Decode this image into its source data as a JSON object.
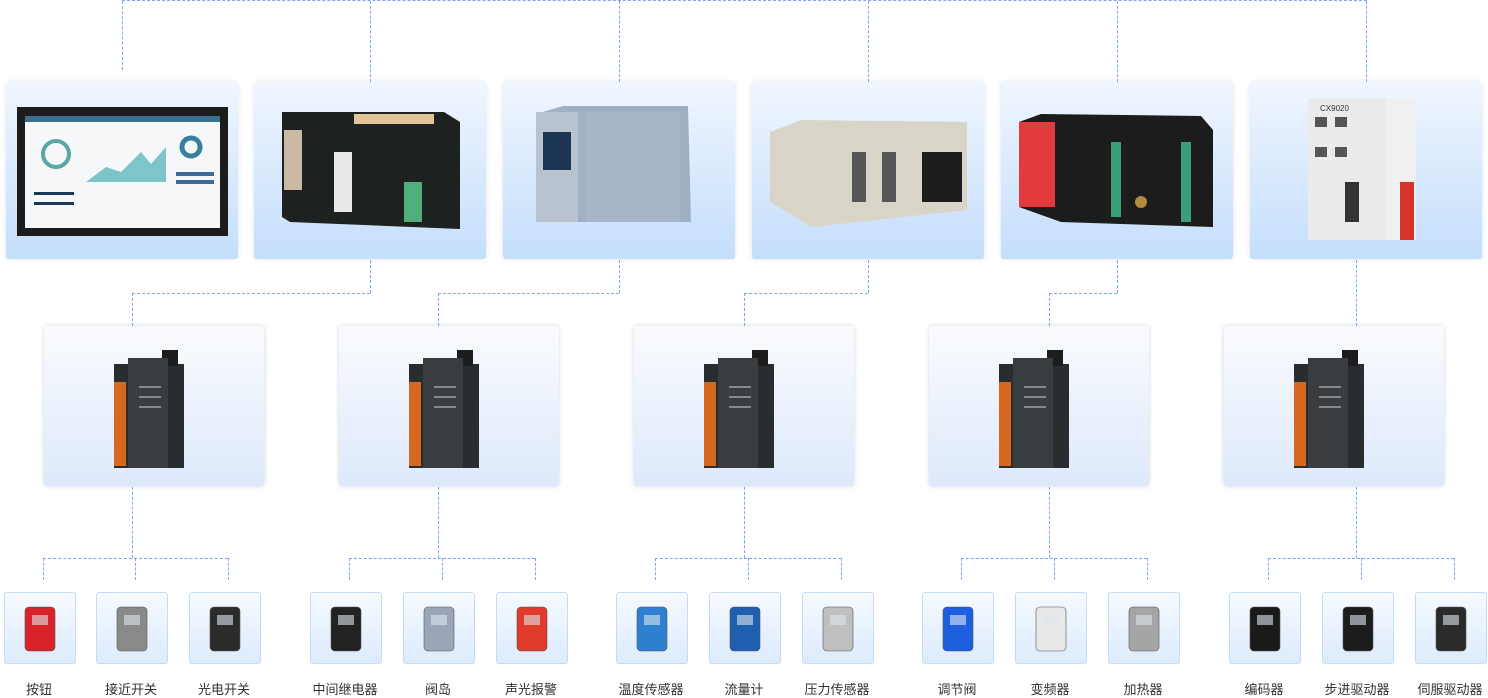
{
  "controllers": [
    {
      "name": "hmi-touch-panel",
      "type": "hmi"
    },
    {
      "name": "plc-rack-1",
      "type": "rack-dark"
    },
    {
      "name": "plc-compact",
      "type": "grey-plc"
    },
    {
      "name": "plc-modular-beige",
      "type": "beige"
    },
    {
      "name": "plc-rack-red",
      "type": "rack-red"
    },
    {
      "name": "embedded-pc",
      "type": "embedded",
      "label": "CX9020"
    }
  ],
  "io_modules": [
    {
      "name": "io-module-1"
    },
    {
      "name": "io-module-2"
    },
    {
      "name": "io-module-3"
    },
    {
      "name": "io-module-4"
    },
    {
      "name": "io-module-5"
    }
  ],
  "field_devices": [
    [
      {
        "label": "按钮",
        "color": "#d8232a"
      },
      {
        "label": "接近开关",
        "color": "#8a8a8a"
      },
      {
        "label": "光电开关",
        "color": "#2b2b2b"
      }
    ],
    [
      {
        "label": "中间继电器",
        "color": "#222222"
      },
      {
        "label": "阀岛",
        "color": "#9aa6b8"
      },
      {
        "label": "声光报警",
        "color": "#e03a2a"
      }
    ],
    [
      {
        "label": "温度传感器",
        "color": "#2f7fd0"
      },
      {
        "label": "流量计",
        "color": "#1f5fb0"
      },
      {
        "label": "压力传感器",
        "color": "#bfbfbf"
      }
    ],
    [
      {
        "label": "调节阀",
        "color": "#1e5fe0"
      },
      {
        "label": "变频器",
        "color": "#e8e8e8"
      },
      {
        "label": "加热器",
        "color": "#a5a5a5"
      }
    ],
    [
      {
        "label": "编码器",
        "color": "#1a1a1a"
      },
      {
        "label": "步进驱动器",
        "color": "#1c1c1c"
      },
      {
        "label": "伺服驱动器",
        "color": "#2a2a2a"
      }
    ]
  ]
}
